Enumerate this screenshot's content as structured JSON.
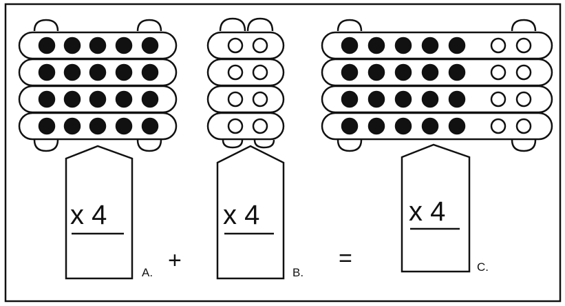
{
  "figure": {
    "groups": [
      {
        "id": "A",
        "label": "A.",
        "rows": 4,
        "filled_per_row": 5,
        "empty_per_row": 0,
        "card_text": "x 4"
      },
      {
        "id": "B",
        "label": "B.",
        "rows": 4,
        "filled_per_row": 0,
        "empty_per_row": 2,
        "card_text": "x 4"
      },
      {
        "id": "C",
        "label": "C.",
        "rows": 4,
        "filled_per_row": 5,
        "empty_per_row": 2,
        "card_text": "x 4"
      }
    ],
    "operators": {
      "plus": "+",
      "equals": "="
    }
  }
}
